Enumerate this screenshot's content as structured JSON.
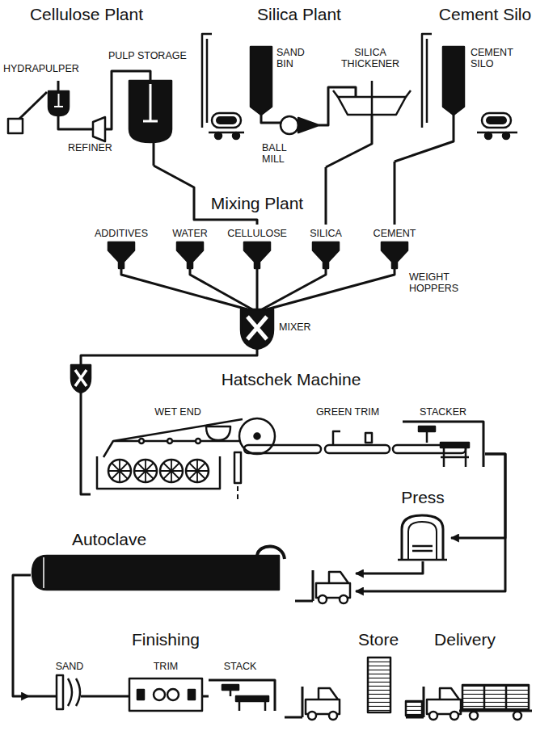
{
  "diagram": {
    "nodes": [
      {
        "text": [
          "Cellulose Plant",
          "HYDRAPULPER",
          "PULP STORAGE",
          "REFINER"
        ]
      },
      {
        "text": [
          "Silica Plant",
          "SAND BIN",
          "SILICA THICKENER",
          "BALL MILL"
        ]
      },
      {
        "text": [
          "Cement Silo",
          "CEMENT SILO"
        ]
      },
      {
        "text": [
          "ADDITIVES"
        ]
      },
      {
        "text": [
          "WATER"
        ]
      },
      {
        "text": [
          "CELLULOSE"
        ]
      },
      {
        "text": [
          "SILICA"
        ]
      },
      {
        "text": [
          "CEMENT"
        ]
      },
      {
        "text": [
          "MIXER"
        ]
      },
      {
        "text": [
          "Hatschek Machine",
          "WET END",
          "GREEN TRIM",
          "STACKER"
        ]
      },
      {
        "text": [
          "Press"
        ]
      },
      {
        "text": [
          "Autoclave"
        ]
      },
      {
        "text": [
          "Finishing",
          "SAND",
          "TRIM",
          "STACK"
        ]
      }
    ],
    "edges": [
      {
        "from": 0,
        "to": 5,
        "arrow": "none"
      },
      {
        "from": 1,
        "to": 6,
        "arrow": "none"
      },
      {
        "from": 2,
        "to": 7,
        "arrow": "none"
      },
      {
        "from": 3,
        "to": 8,
        "arrow": "none"
      },
      {
        "from": 4,
        "to": 8,
        "arrow": "none"
      },
      {
        "from": 5,
        "to": 8,
        "arrow": "none"
      },
      {
        "from": 6,
        "to": 8,
        "arrow": "none"
      },
      {
        "from": 7,
        "to": 8,
        "arrow": "none"
      },
      {
        "from": 8,
        "to": 9,
        "arrow": "none"
      },
      {
        "from": 9,
        "to": 10,
        "arrow": "to"
      },
      {
        "from": 9,
        "to": 11,
        "arrow": "to"
      },
      {
        "from": 10,
        "to": 11,
        "arrow": "to"
      },
      {
        "from": 11,
        "to": 12,
        "arrow": "to"
      }
    ],
    "labels": [
      "Mixing Plant",
      "WEIGHT HOPPERS",
      "Store",
      "Delivery"
    ]
  }
}
